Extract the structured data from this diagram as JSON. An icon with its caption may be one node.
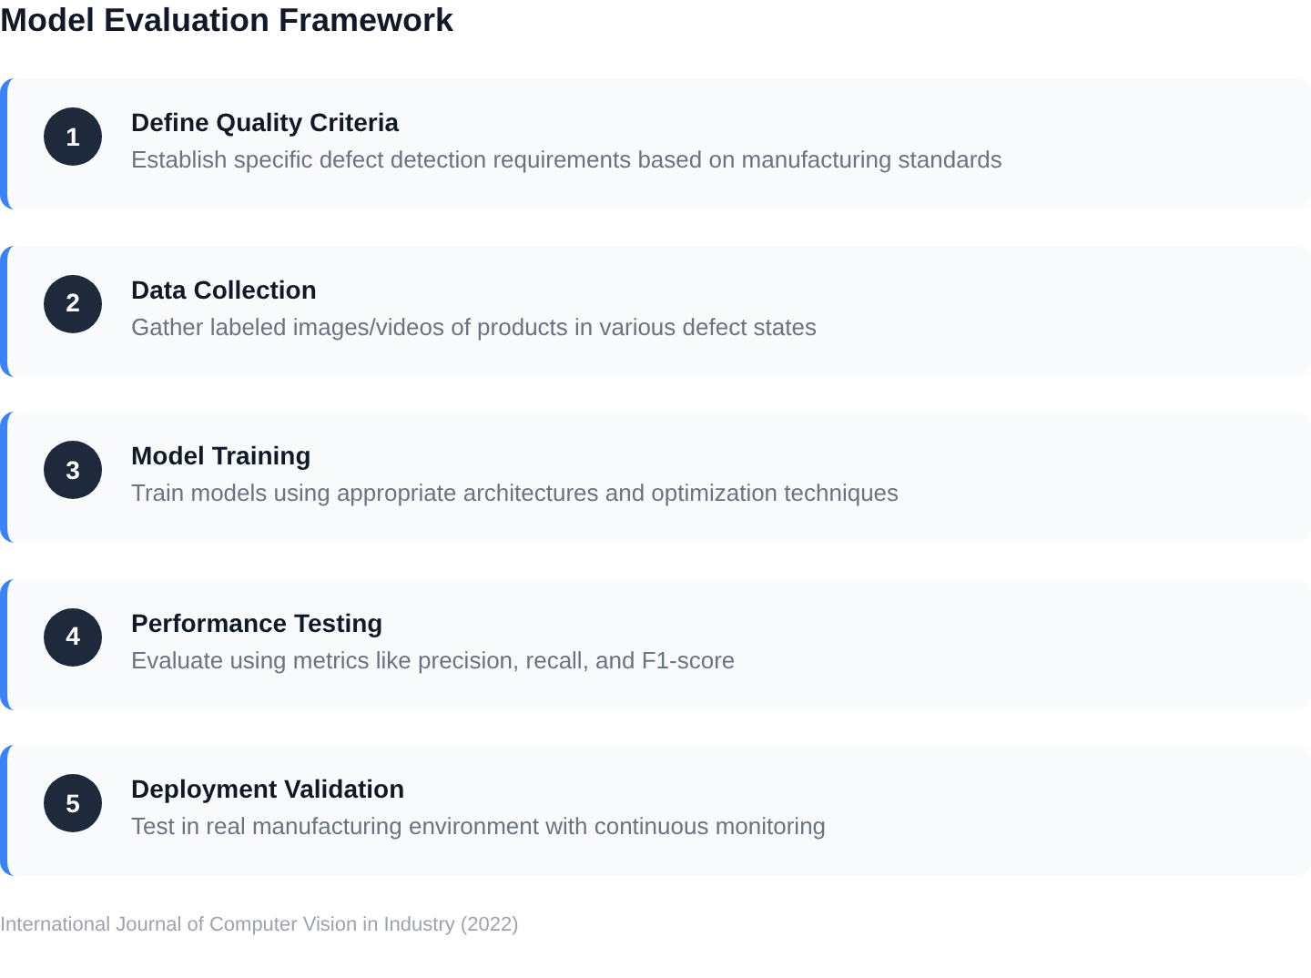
{
  "diagram": {
    "title": "Model Evaluation Framework",
    "nodes": [
      {
        "text": [
          "Define Quality Criteria",
          "Establish specific defect detection requirements based on manufacturing standards"
        ]
      },
      {
        "text": [
          "1"
        ],
        "in": 0
      },
      {
        "text": [
          "Data Collection",
          "Gather labeled images/videos of products in various defect states"
        ]
      },
      {
        "text": [
          "2"
        ],
        "in": 2
      },
      {
        "text": [
          "Model Training",
          "Train models using appropriate architectures and optimization techniques"
        ]
      },
      {
        "text": [
          "3"
        ],
        "in": 4
      },
      {
        "text": [
          "Performance Testing",
          "Evaluate using metrics like precision, recall, and F1-score"
        ]
      },
      {
        "text": [
          "4"
        ],
        "in": 6
      },
      {
        "text": [
          "Deployment Validation",
          "Test in real manufacturing environment with continuous monitoring"
        ]
      },
      {
        "text": [
          "5"
        ],
        "in": 8
      }
    ],
    "labels": [
      "International Journal of Computer Vision in Industry (2022)"
    ]
  }
}
